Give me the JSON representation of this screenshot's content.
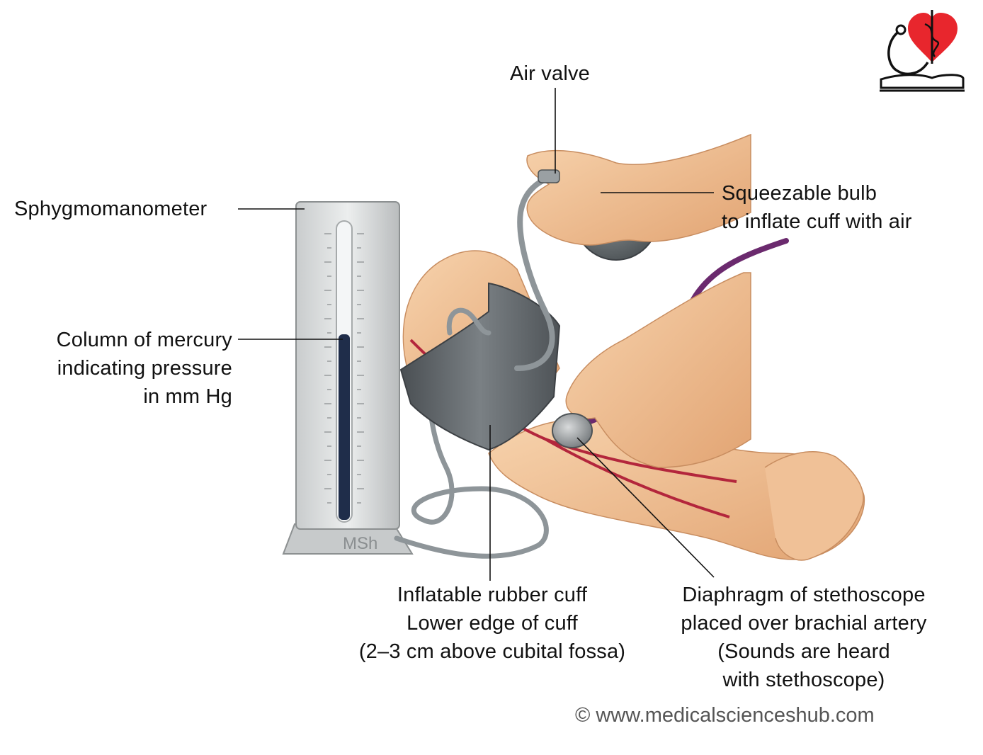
{
  "labels": {
    "sphygmomanometer": "Sphygmomanometer",
    "mercury": [
      "Column of mercury",
      "indicating pressure",
      "in mm Hg"
    ],
    "air_valve": "Air valve",
    "bulb": [
      "Squeezable bulb",
      "to inflate cuff with air"
    ],
    "cuff": [
      "Inflatable rubber cuff",
      "Lower edge of cuff",
      "(2–3 cm above cubital fossa)"
    ],
    "stethoscope": [
      "Diaphragm of stethoscope",
      "placed over brachial artery",
      "(Sounds are heard",
      "with stethoscope)"
    ]
  },
  "device_mark": "MSh",
  "copyright": "© www.medicalscienceshub.com",
  "colors": {
    "skin": "#f0c197",
    "cuff": "#5f6468",
    "mercury": "#1f2d4a",
    "tube": "#8e9599",
    "artery": "#b3263c",
    "steth_tube": "#6b2a6e",
    "logo_heart": "#e8262d"
  },
  "icons": [
    "heart-stethoscope-book-logo"
  ]
}
